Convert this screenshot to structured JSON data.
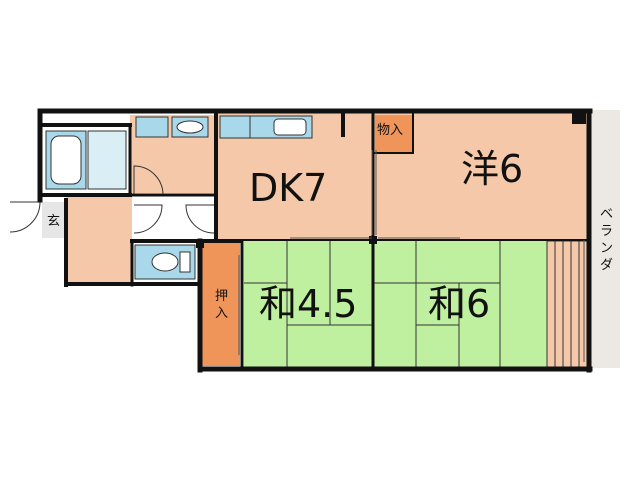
{
  "rooms": {
    "dk": {
      "label": "DK7"
    },
    "western": {
      "label": "洋6"
    },
    "japanese_left": {
      "label": "和4.5"
    },
    "japanese_right": {
      "label": "和6"
    },
    "entrance": {
      "label": "玄"
    },
    "storage_top": {
      "label": "物入"
    },
    "closet_left": {
      "label": "押入"
    },
    "veranda": {
      "label": "ベランダ"
    }
  },
  "colors": {
    "wall": "#111111",
    "floor": "#f4c8a8",
    "tatami": "#bff0a0",
    "storage": "#f0955a",
    "fixture": "#a8d8ea",
    "veranda": "#ece9e4",
    "entrance": "#e6e6e6"
  }
}
